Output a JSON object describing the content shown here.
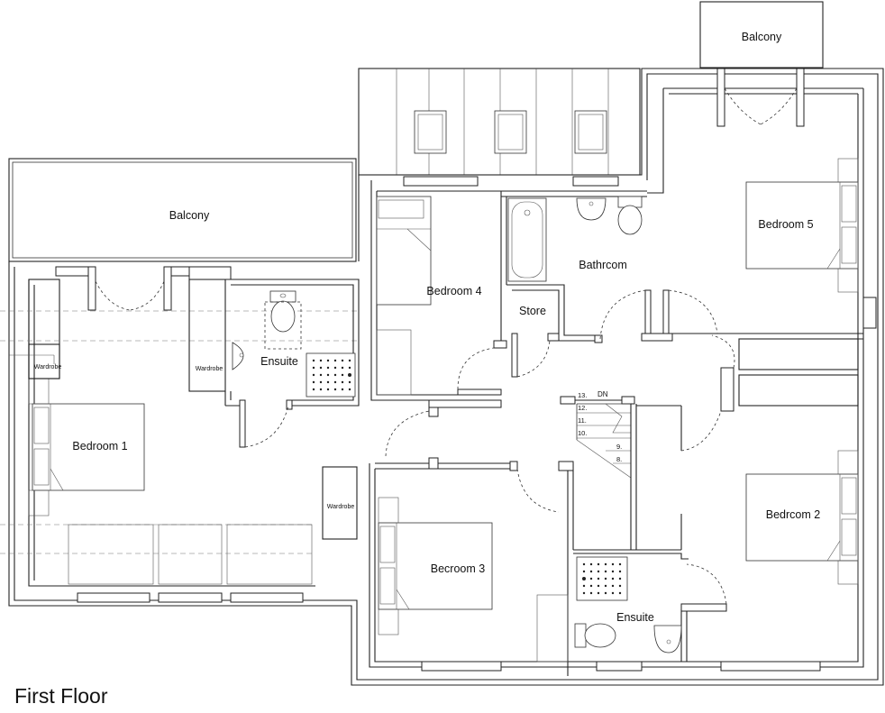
{
  "floor_title": "First Floor",
  "rooms": {
    "balcony_top": "Balcony",
    "balcony_left": "Balcony",
    "bedroom_1": "Bedroom 1",
    "bedroom_2": "Bedrcom 2",
    "bedroom_3": "Becroom 3",
    "bedroom_4": "Bedroom 4",
    "bedroom_5": "Bedroom 5",
    "bathroom": "Bathrcom",
    "store": "Store",
    "ensuite_left": "Ensuite",
    "ensuite_right": "Ensuite",
    "wardrobe_a": "Wardrobe",
    "wardrobe_b": "Wardrobe",
    "wardrobe_c": "Wardrobe"
  },
  "stairs": {
    "direction": "DN",
    "steps": [
      "13.",
      "12.",
      "11.",
      "10.",
      "9.",
      "8."
    ]
  }
}
